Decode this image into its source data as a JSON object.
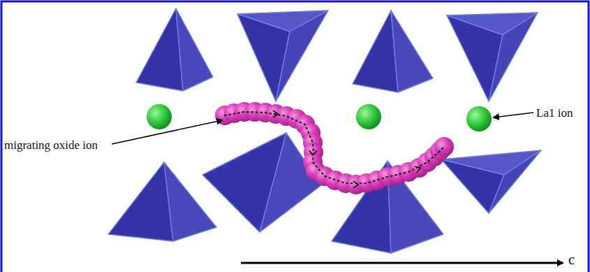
{
  "diagram": {
    "labels": [
      "migrating oxide ion",
      "La1 ion",
      "c"
    ]
  }
}
